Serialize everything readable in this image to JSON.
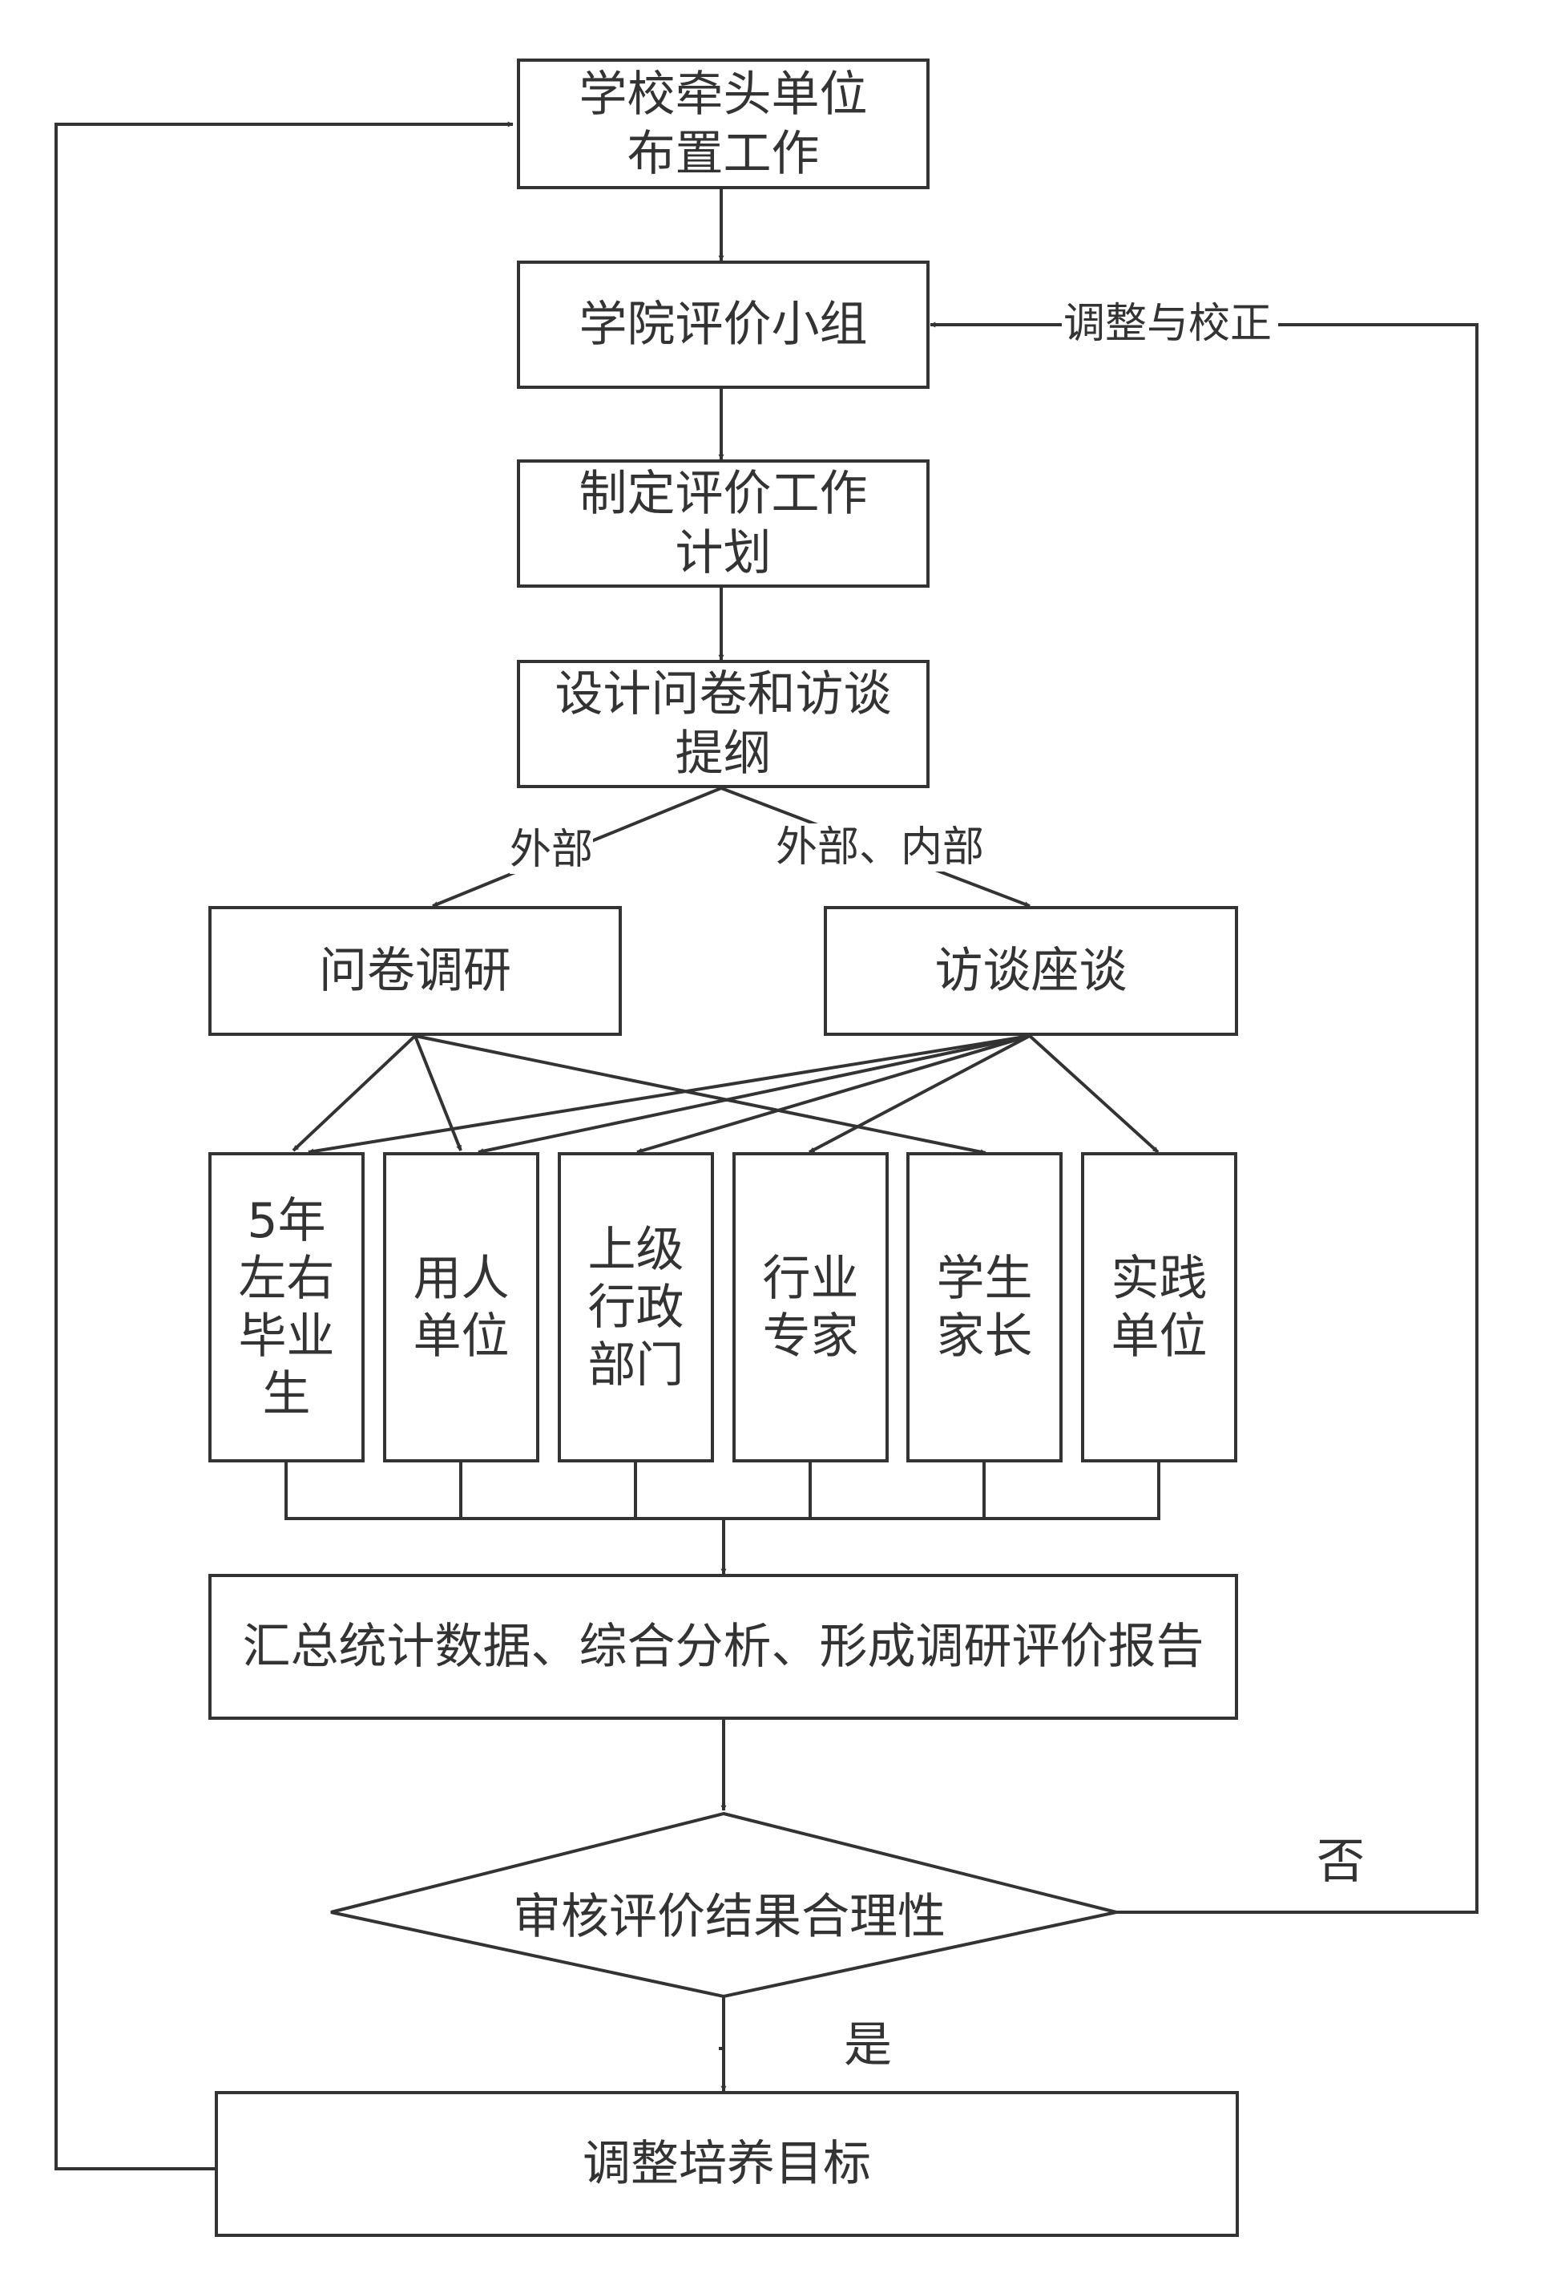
{
  "flowchart": {
    "nodes": {
      "start": "学校牵头单位\n布置工作",
      "eval_group": "学院评价小组",
      "plan": "制定评价工作\n计划",
      "design": "设计问卷和访谈\n提纲",
      "survey": "问卷调研",
      "interview": "访谈座谈",
      "targets": [
        "5年\n左右\n毕业\n生",
        "用人\n单位",
        "上级\n行政\n部门",
        "行业\n专家",
        "学生\n家长",
        "实践\n单位"
      ],
      "summary": "汇总统计数据、综合分析、形成调研评价报告",
      "review": "审核评价结果合理性",
      "adjust": "调整培养目标"
    },
    "edge_labels": {
      "to_survey": "外部",
      "to_interview": "外部、内部",
      "feedback": "调整与校正",
      "no": "否",
      "yes": "是"
    }
  }
}
